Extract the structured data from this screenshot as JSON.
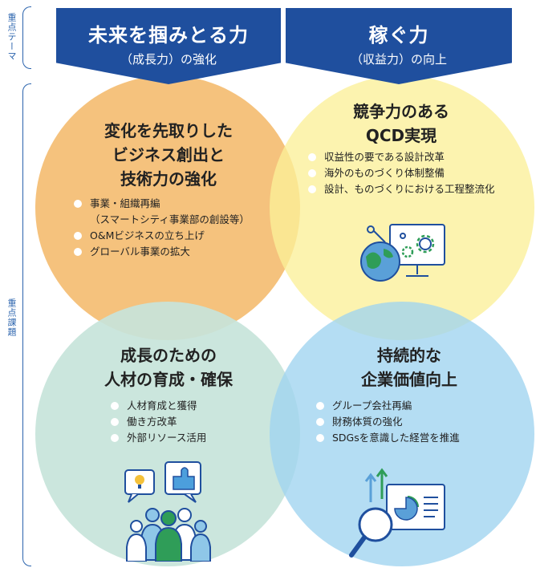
{
  "side_labels": {
    "top": "重点テーマ",
    "bottom": "重点課題"
  },
  "themes": [
    {
      "main": "未来を掴みとる力",
      "sub": "（成長力）の強化"
    },
    {
      "main": "稼ぐ力",
      "sub": "（収益力）の向上"
    }
  ],
  "quadrants": {
    "top_left": {
      "title_lines": [
        "変化を先取りした",
        "ビジネス創出と",
        "技術力の強化"
      ],
      "items": [
        {
          "line1": "事業・組織再編",
          "line2": "（スマートシティ事業部の創設等）"
        },
        {
          "line1": "O&Mビジネスの立ち上げ"
        },
        {
          "line1": "グローバル事業の拡大"
        }
      ]
    },
    "top_right": {
      "title_lines": [
        "競争力のある",
        "QCD実現"
      ],
      "items": [
        {
          "line1": "収益性の要である設計改革"
        },
        {
          "line1": "海外のものづくり体制整備"
        },
        {
          "line1": "設計、ものづくりにおける工程整流化"
        }
      ]
    },
    "bottom_left": {
      "title_lines": [
        "成長のための",
        "人材の育成・確保"
      ],
      "items": [
        {
          "line1": "人材育成と獲得"
        },
        {
          "line1": "働き方改革"
        },
        {
          "line1": "外部リソース活用"
        }
      ]
    },
    "bottom_right": {
      "title_lines": [
        "持続的な",
        "企業価値向上"
      ],
      "items": [
        {
          "line1": "グループ会社再編"
        },
        {
          "line1": "財務体質の強化"
        },
        {
          "line1": "SDGsを意識した経営を推進"
        }
      ]
    }
  },
  "icons": [
    "globe-gears-monitor-icon",
    "people-idea-thumbs-up-icon",
    "magnifier-chart-document-icon"
  ],
  "colors": {
    "ribbon": "#1f4f9e",
    "orange": "#f4bd72",
    "yellow": "#fbf099",
    "green": "#c7e4da",
    "blue": "#9fd3ef",
    "icon_stroke": "#1f4f9e"
  }
}
